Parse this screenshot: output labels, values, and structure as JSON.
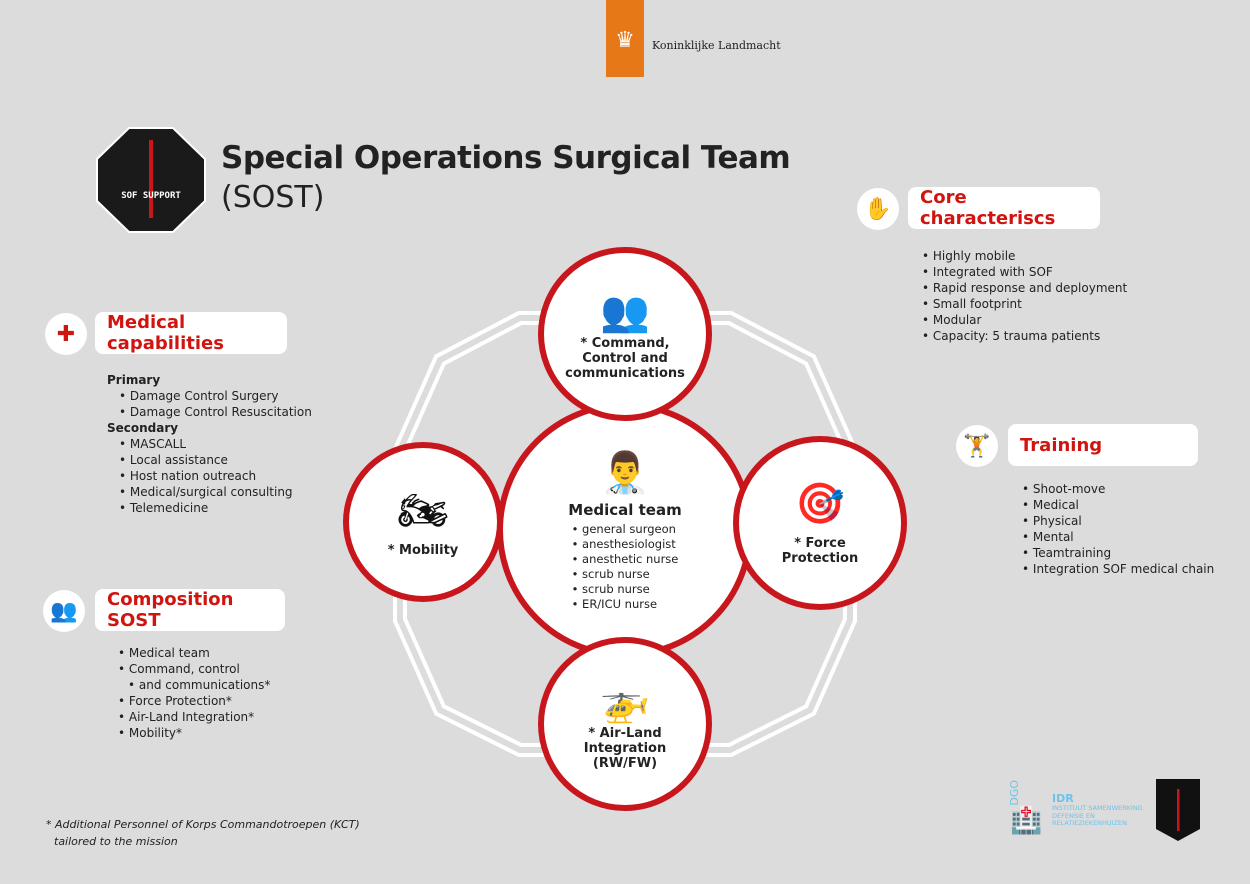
{
  "header": {
    "org": "Koninklijke Landmacht"
  },
  "title": {
    "line1": "Special Operations Surgical Team",
    "line2": "(SOST)"
  },
  "badge": {
    "text": "SOF SUPPORT"
  },
  "medical_capabilities": {
    "label": "Medical capabilities",
    "primary_heading": "Primary",
    "primary": [
      "Damage Control Surgery",
      "Damage Control Resuscitation"
    ],
    "secondary_heading": "Secondary",
    "secondary": [
      "MASCALL",
      "Local assistance",
      "Host nation outreach",
      "Medical/surgical consulting",
      "Telemedicine"
    ]
  },
  "composition": {
    "label": "Composition SOST",
    "items": [
      "Medical team",
      "Command, control",
      "and communications*",
      "Force Protection*",
      "Air-Land Integration*",
      "Mobility*"
    ]
  },
  "core": {
    "label": "Core characteriscs",
    "items": [
      "Highly mobile",
      "Integrated with SOF",
      "Rapid response and deployment",
      "Small footprint",
      "Modular",
      "Capacity: 5 trauma patients"
    ]
  },
  "training": {
    "label": "Training",
    "items": [
      "Shoot-move",
      "Medical",
      "Physical",
      "Mental",
      "Teamtraining",
      "Integration SOF medical chain"
    ]
  },
  "diagram": {
    "center": {
      "title": "Medical team",
      "items": [
        "general surgeon",
        "anesthesiologist",
        "anesthetic nurse",
        "scrub nurse",
        "scrub nurse",
        "ER/ICU nurse"
      ]
    },
    "top": "* Command, Control and communications",
    "left": "* Mobility",
    "right": "* Force Protection",
    "bottom": "* Air-Land Integration (RW/FW)"
  },
  "footnote": {
    "line1": "* Additional Personnel of Korps Commandotroepen (KCT)",
    "line2": "tailored to the mission"
  },
  "partner": {
    "dgo": "DGO",
    "idr": "IDR",
    "idr_full": "INSTITUUT SAMENWERKING DEFENSIE EN RELATIEZIEKENHUIZEN"
  },
  "colors": {
    "red": "#c8161d",
    "orange": "#e77817",
    "bg": "#dcdcdc"
  }
}
